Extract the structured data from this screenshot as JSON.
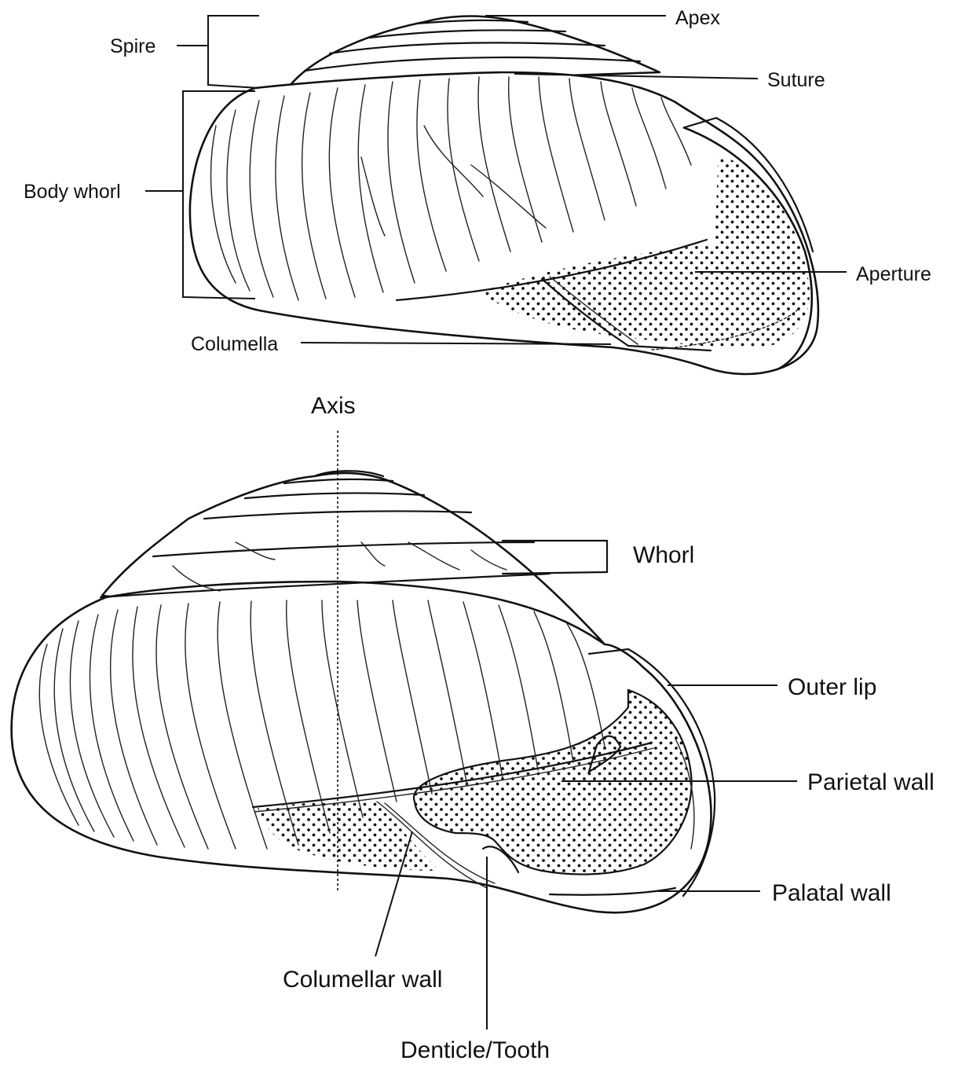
{
  "labels": {
    "apex": "Apex",
    "spire": "Spire",
    "suture": "Suture",
    "body_whorl": "Body whorl",
    "aperture": "Aperture",
    "columella": "Columella",
    "axis": "Axis",
    "whorl": "Whorl",
    "outer_lip": "Outer lip",
    "parietal_wall": "Parietal wall",
    "palatal_wall": "Palatal wall",
    "columellar_wall": "Columellar wall",
    "denticle_tooth": "Denticle/Tooth"
  },
  "colors": {
    "ink": "#111111",
    "background": "#ffffff"
  }
}
